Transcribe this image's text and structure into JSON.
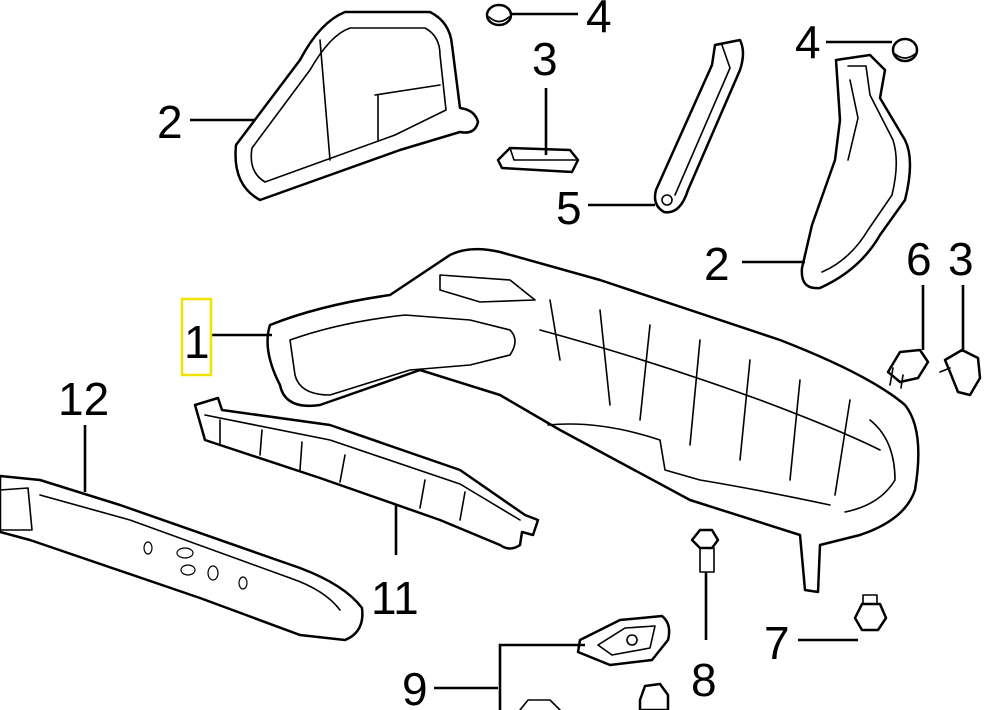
{
  "callouts": {
    "c1": "1",
    "c2a": "2",
    "c2b": "2",
    "c3a": "3",
    "c3b": "3",
    "c4a": "4",
    "c4b": "4",
    "c5": "5",
    "c6": "6",
    "c7": "7",
    "c8": "8",
    "c9": "9",
    "c11": "11",
    "c12": "12"
  },
  "highlight": {
    "callout": "1",
    "color": "#f2e200"
  }
}
